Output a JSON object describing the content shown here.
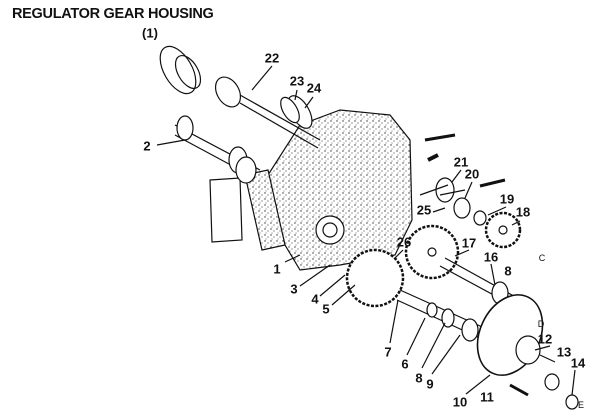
{
  "title": "REGULATOR GEAR HOUSING",
  "callouts": [
    {
      "id": "p1",
      "text": "(1)"
    },
    {
      "id": "p22",
      "text": "22"
    },
    {
      "id": "p23",
      "text": "23"
    },
    {
      "id": "p24",
      "text": "24"
    },
    {
      "id": "p2",
      "text": "2"
    },
    {
      "id": "p21",
      "text": "21"
    },
    {
      "id": "p20",
      "text": "20"
    },
    {
      "id": "p19",
      "text": "19"
    },
    {
      "id": "p18",
      "text": "18"
    },
    {
      "id": "p25",
      "text": "25"
    },
    {
      "id": "p26",
      "text": "26"
    },
    {
      "id": "p17",
      "text": "17"
    },
    {
      "id": "p16",
      "text": "16"
    },
    {
      "id": "p8a",
      "text": "8"
    },
    {
      "id": "pC",
      "text": "C"
    },
    {
      "id": "pD",
      "text": "D"
    },
    {
      "id": "p1b",
      "text": "1"
    },
    {
      "id": "p3",
      "text": "3"
    },
    {
      "id": "p4",
      "text": "4"
    },
    {
      "id": "p5",
      "text": "5"
    },
    {
      "id": "p7",
      "text": "7"
    },
    {
      "id": "p6",
      "text": "6"
    },
    {
      "id": "p8b",
      "text": "8"
    },
    {
      "id": "p9",
      "text": "9"
    },
    {
      "id": "p10",
      "text": "10"
    },
    {
      "id": "p11",
      "text": "11"
    },
    {
      "id": "p12",
      "text": "12"
    },
    {
      "id": "p13",
      "text": "13"
    },
    {
      "id": "p14",
      "text": "14"
    },
    {
      "id": "pE",
      "text": "E"
    }
  ]
}
